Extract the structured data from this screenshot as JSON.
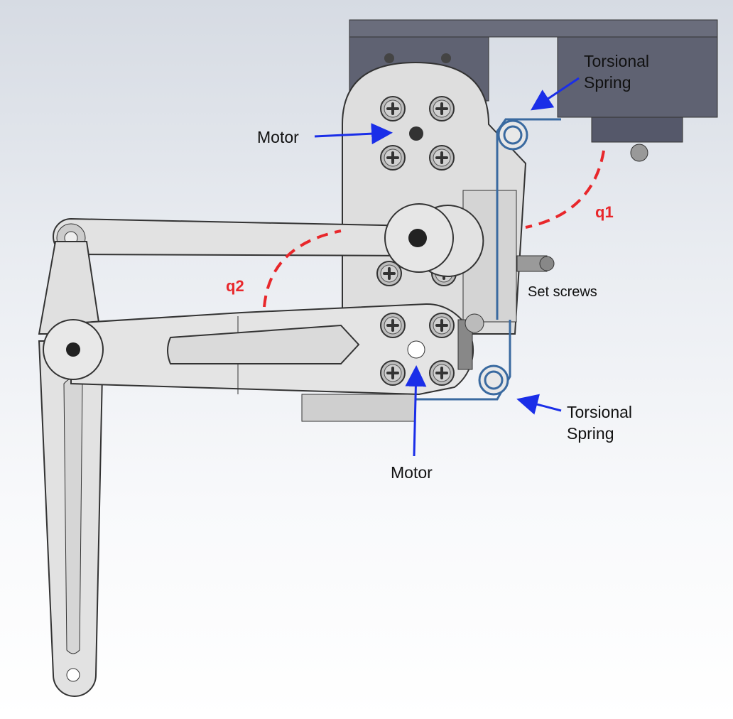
{
  "labels": {
    "torsional_spring_top": [
      "Torsional",
      "Spring"
    ],
    "torsional_spring_bottom": [
      "Torsional",
      "Spring"
    ],
    "motor_top": "Motor",
    "motor_bottom": "Motor",
    "set_screws": "Set screws",
    "q1": "q1",
    "q2": "q2"
  },
  "colors": {
    "arrow": "#1a2ee8",
    "angle": "#e8272b",
    "bracket": "#5f6272",
    "part": "#dcdcdc",
    "spring": "#3a6aa0"
  }
}
